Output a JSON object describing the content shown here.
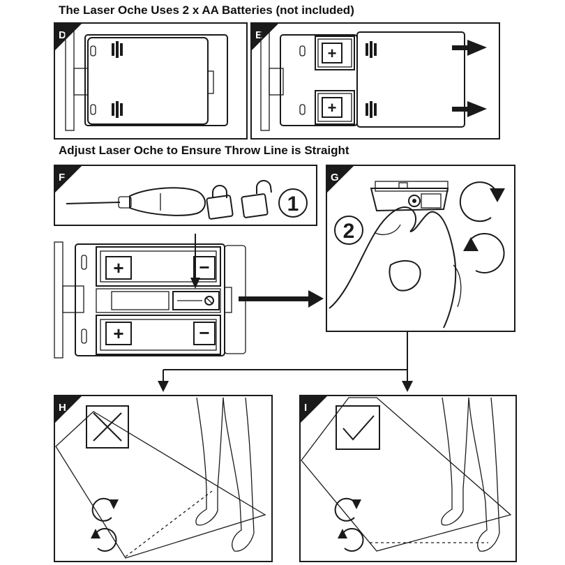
{
  "headings": {
    "batteries": "The Laser Oche Uses 2 x AA Batteries (not included)",
    "adjust": "Adjust Laser Oche to Ensure Throw Line is Straight"
  },
  "panels": {
    "d": "D",
    "e": "E",
    "f": "F",
    "g": "G",
    "h": "H",
    "i": "I"
  },
  "steps": {
    "one": "1",
    "two": "2"
  },
  "battery_marks": {
    "plus": "+",
    "minus": "−"
  },
  "icons": {
    "push_arrow": "right-arrow-icon",
    "rotate_cw": "rotate-clockwise-icon",
    "rotate_ccw": "rotate-counterclockwise-icon",
    "screwdriver": "screwdriver-icon",
    "lock_closed": "padlock-locked-icon",
    "lock_open": "padlock-unlocked-icon",
    "wrong": "cross-mark-icon",
    "correct": "check-mark-icon"
  },
  "colors": {
    "ink": "#1a1a1a",
    "background": "#ffffff"
  }
}
